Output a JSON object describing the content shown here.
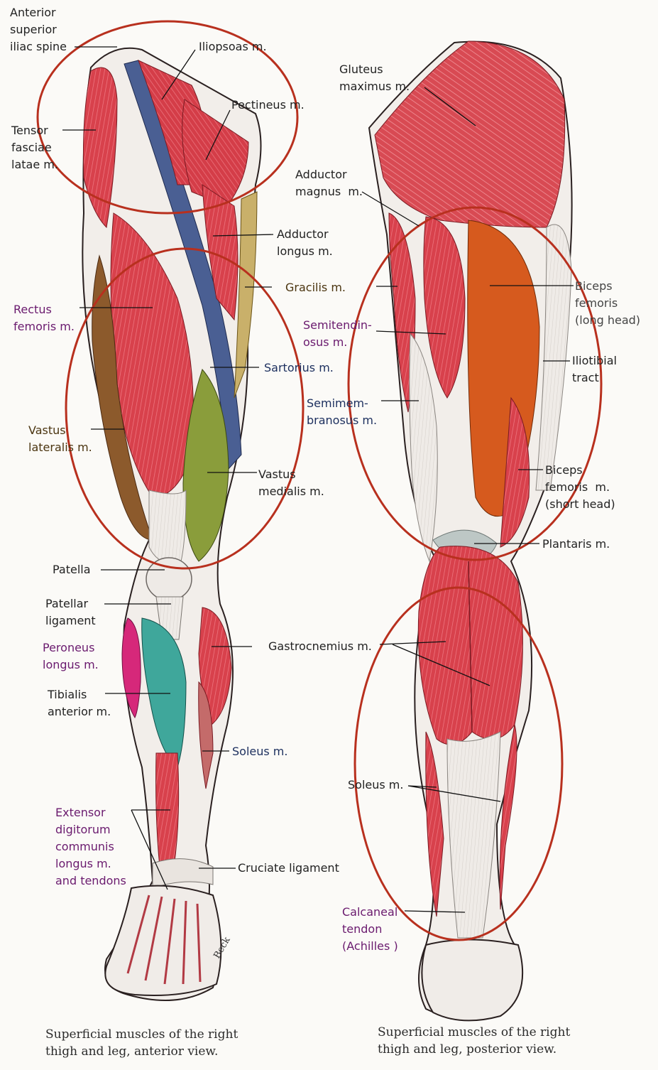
{
  "colors": {
    "muscle": "#d7414b",
    "muscle_light": "#e86b76",
    "muscle_dark": "#b42a35",
    "tendon": "#eeeae6",
    "sartorius": "#4a5f93",
    "vastus_medialis": "#8a9d3b",
    "vastus_lateralis": "#8c5a2c",
    "tibialis": "#3fa79b",
    "peroneus": "#d6287a",
    "biceps": "#d65a1e",
    "highlight_ellipse": "#b8301e",
    "leader_line": "#111111"
  },
  "anterior_labels": {
    "asis": "Anterior\nsuperior\niliac spine",
    "iliopsoas": "Iliopsoas m.",
    "pectineus": "Pectineus m.",
    "tensor": "Tensor\nfasciae\nlatae m.",
    "adductor_longus": "Adductor\nlongus m.",
    "gracilis": "Gracilis m.",
    "rectus": "Rectus\nfemoris m.",
    "sartorius": "Sartorius m.",
    "vastus_lateralis": "Vastus\nlateralis m.",
    "vastus_medialis": "Vastus\nmedialis m.",
    "patella": "Patella",
    "patellar_ligament": "Patellar\nligament",
    "peroneus": "Peroneus\nlongus m.",
    "tibialis": "Tibialis\nanterior m.",
    "gastrocnemius": "Gastrocnemius m.",
    "soleus": "Soleus m.",
    "extensor": "Extensor\ndigitorum\ncommunis\nlongus m.\nand tendons",
    "cruciate": "Cruciate ligament"
  },
  "posterior_labels": {
    "gluteus": "Gluteus\nmaximus m.",
    "adductor_magnus": "Adductor\nmagnus  m.",
    "biceps_long": "Biceps\nfemoris\n(long head)",
    "semitendinosus": "Semitendin-\nosus m.",
    "iliotibial": "Iliotibial\ntract",
    "semimembranosus": "Semimem-\nbranosus m.",
    "biceps_short": "Biceps\nfemoris  m.\n(short head)",
    "plantaris": "Plantaris m.",
    "soleus": "Soleus m.",
    "calcaneal": "Calcaneal\ntendon\n(Achilles )"
  },
  "signature": "Beck",
  "captions": {
    "anterior": "Superficial muscles of the right\nthigh and leg, anterior view.",
    "posterior": "Superficial muscles of the right\nthigh and leg, posterior view."
  }
}
